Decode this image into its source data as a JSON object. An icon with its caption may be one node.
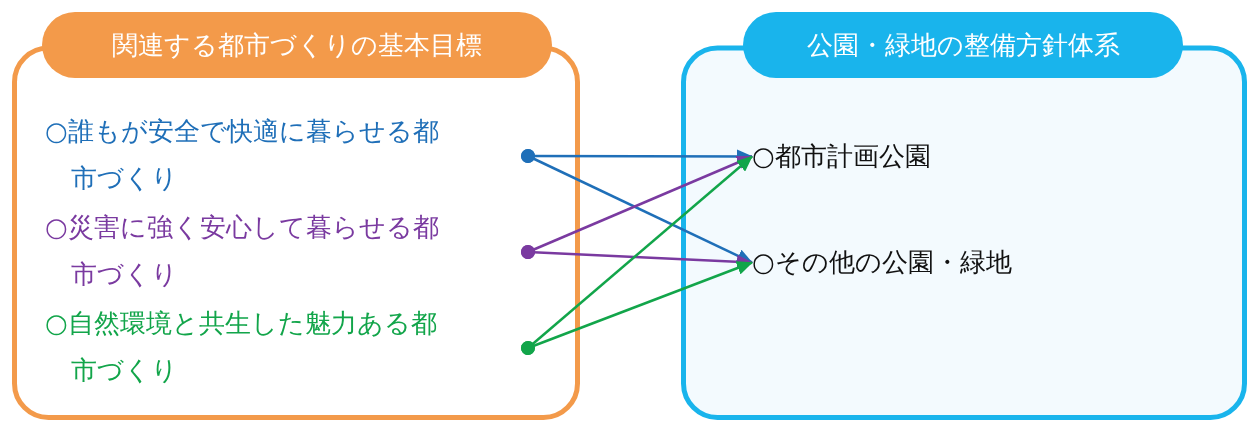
{
  "diagram": {
    "nodes": [
      {
        "text": [
          "関連する都市づくりの基本目標"
        ]
      },
      {
        "text": [
          "○誰もが安全で快適に暮らせる都市づくり"
        ],
        "in": 0
      },
      {
        "text": [
          "○災害に強く安心して暮らせる都市づくり"
        ],
        "in": 0
      },
      {
        "text": [
          "○自然環境と共生した魅力ある都市づくり"
        ],
        "in": 0
      },
      {
        "text": [
          "公園・緑地の整備方針体系"
        ]
      },
      {
        "text": [
          "○都市計画公園"
        ],
        "in": 4
      },
      {
        "text": [
          "○その他の公園・緑地"
        ],
        "in": 4
      }
    ],
    "edges": [
      {
        "from": 1,
        "to": 5,
        "arrow": "to",
        "color": "#1f6fb8"
      },
      {
        "from": 1,
        "to": 6,
        "arrow": "to",
        "color": "#1f6fb8"
      },
      {
        "from": 2,
        "to": 5,
        "arrow": "to",
        "color": "#7a3aa0"
      },
      {
        "from": 2,
        "to": 6,
        "arrow": "to",
        "color": "#7a3aa0"
      },
      {
        "from": 3,
        "to": 5,
        "arrow": "to",
        "color": "#12a54a"
      },
      {
        "from": 3,
        "to": 6,
        "arrow": "to",
        "color": "#12a54a"
      }
    ]
  }
}
